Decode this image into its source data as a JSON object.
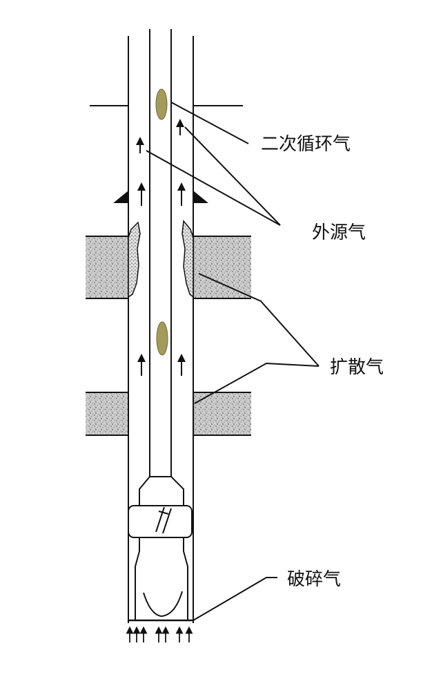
{
  "labels": {
    "secondary_circulation_gas": "二次循环气",
    "external_source_gas": "外源气",
    "diffusion_gas": "扩散气",
    "crushing_gas": "破碎气"
  },
  "colors": {
    "line": "#111111",
    "formation_fill": "#c8c8c8",
    "gas_bubble_fill": "#a39b5c",
    "gas_bubble_stroke": "#6f6a3c"
  }
}
